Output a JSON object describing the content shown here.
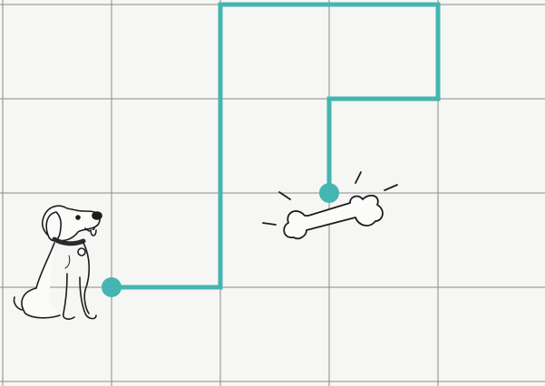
{
  "grid": {
    "columns": 5,
    "rows": 4,
    "line_color": "#8a8a8a"
  },
  "path": {
    "color": "#45b5b1",
    "start_node": {
      "col": 1,
      "row": 3
    },
    "end_node": {
      "col": 3,
      "row": 2
    },
    "moves": [
      "right",
      "up",
      "up",
      "up",
      "right",
      "right",
      "down",
      "left",
      "down"
    ]
  },
  "dog": {
    "icon": "dog-icon",
    "description_color": "#222222"
  },
  "bone": {
    "icon": "bone-icon"
  },
  "colors": {
    "paper": "#f6f6f4",
    "ink": "#1d1d1d"
  }
}
